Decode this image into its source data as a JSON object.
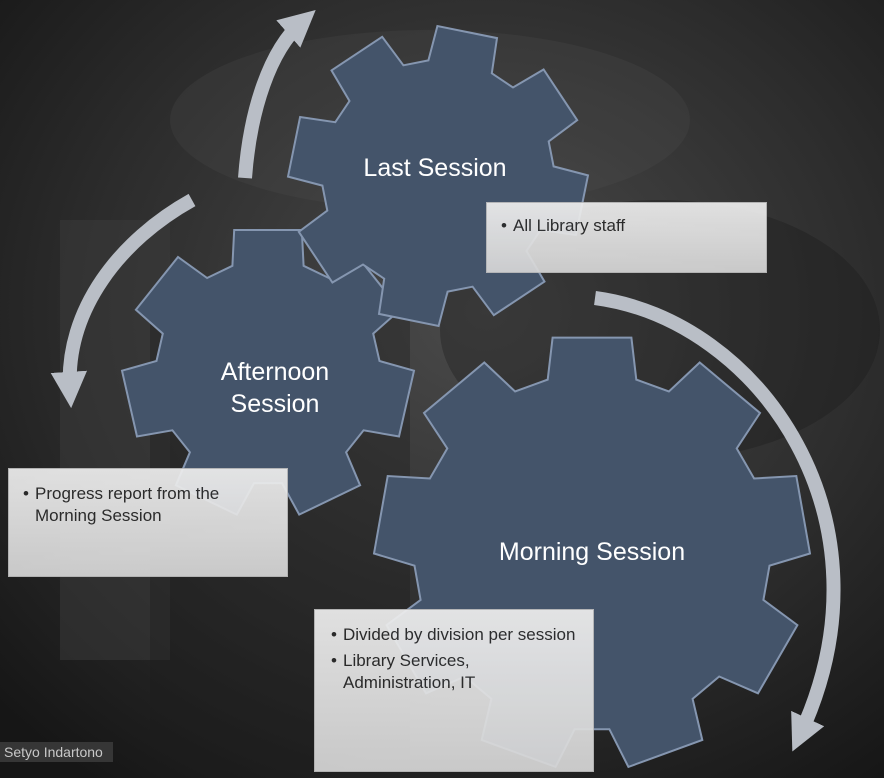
{
  "gears": [
    {
      "id": "last",
      "label": "Last Session"
    },
    {
      "id": "afternoon",
      "label": "Afternoon\nSession"
    },
    {
      "id": "morning",
      "label": "Morning Session"
    }
  ],
  "notes": {
    "last": [
      "All Library staff"
    ],
    "afternoon": [
      "Progress report from the Morning Session"
    ],
    "morning": [
      "Divided by division per session",
      "Library Services, Administration, IT"
    ]
  },
  "watermark": "Setyo Indartono",
  "colors": {
    "gear_fill": "#44546a",
    "gear_stroke": "#8596b0",
    "arrow": "#b9bec6",
    "note_bg": "#e3e3e3",
    "background": "#2a2a2a"
  }
}
